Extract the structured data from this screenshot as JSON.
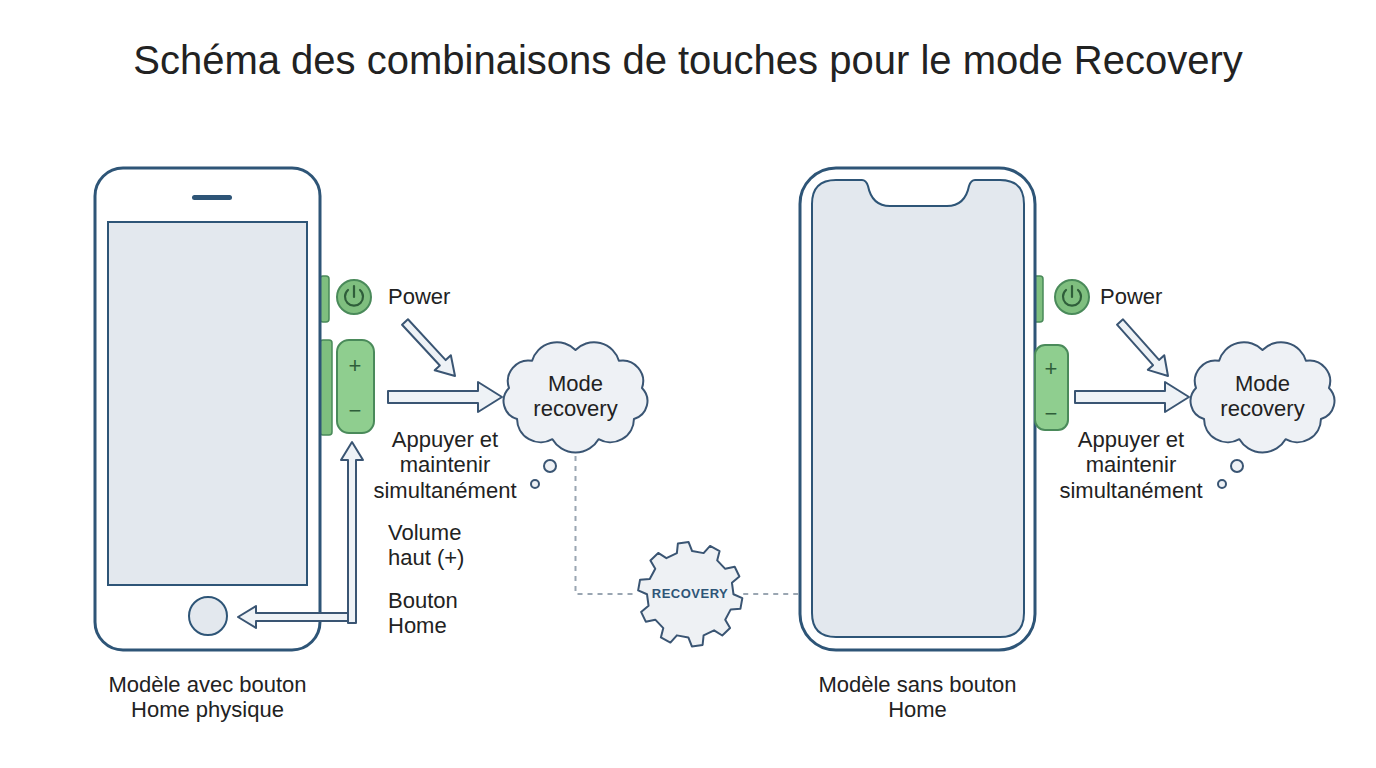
{
  "diagram": {
    "title": "Schéma des combinaisons de touches pour le mode Recovery",
    "nodes": [
      {
        "text": [
          "Modèle avec bouton Home physique"
        ]
      },
      {
        "text": [
          "Mode recovery"
        ]
      },
      {
        "text": [
          "RECOVERY"
        ]
      },
      {
        "text": [
          "Modèle sans bouton Home"
        ]
      },
      {
        "text": [
          "Mode recovery"
        ]
      }
    ],
    "edges": [
      {
        "from": 0,
        "to": 1,
        "arrow": "to"
      },
      {
        "from": 1,
        "to": 2,
        "arrow": "none"
      },
      {
        "from": 2,
        "to": 3,
        "arrow": "none"
      },
      {
        "from": 3,
        "to": 4,
        "arrow": "to"
      }
    ],
    "labels": [
      "Power",
      "+",
      "−",
      "Appuyer et maintenir simultanément",
      "Volume haut (+)",
      "Bouton Home",
      "Power",
      "+",
      "−",
      "Appuyer et maintenir simultanément"
    ]
  }
}
